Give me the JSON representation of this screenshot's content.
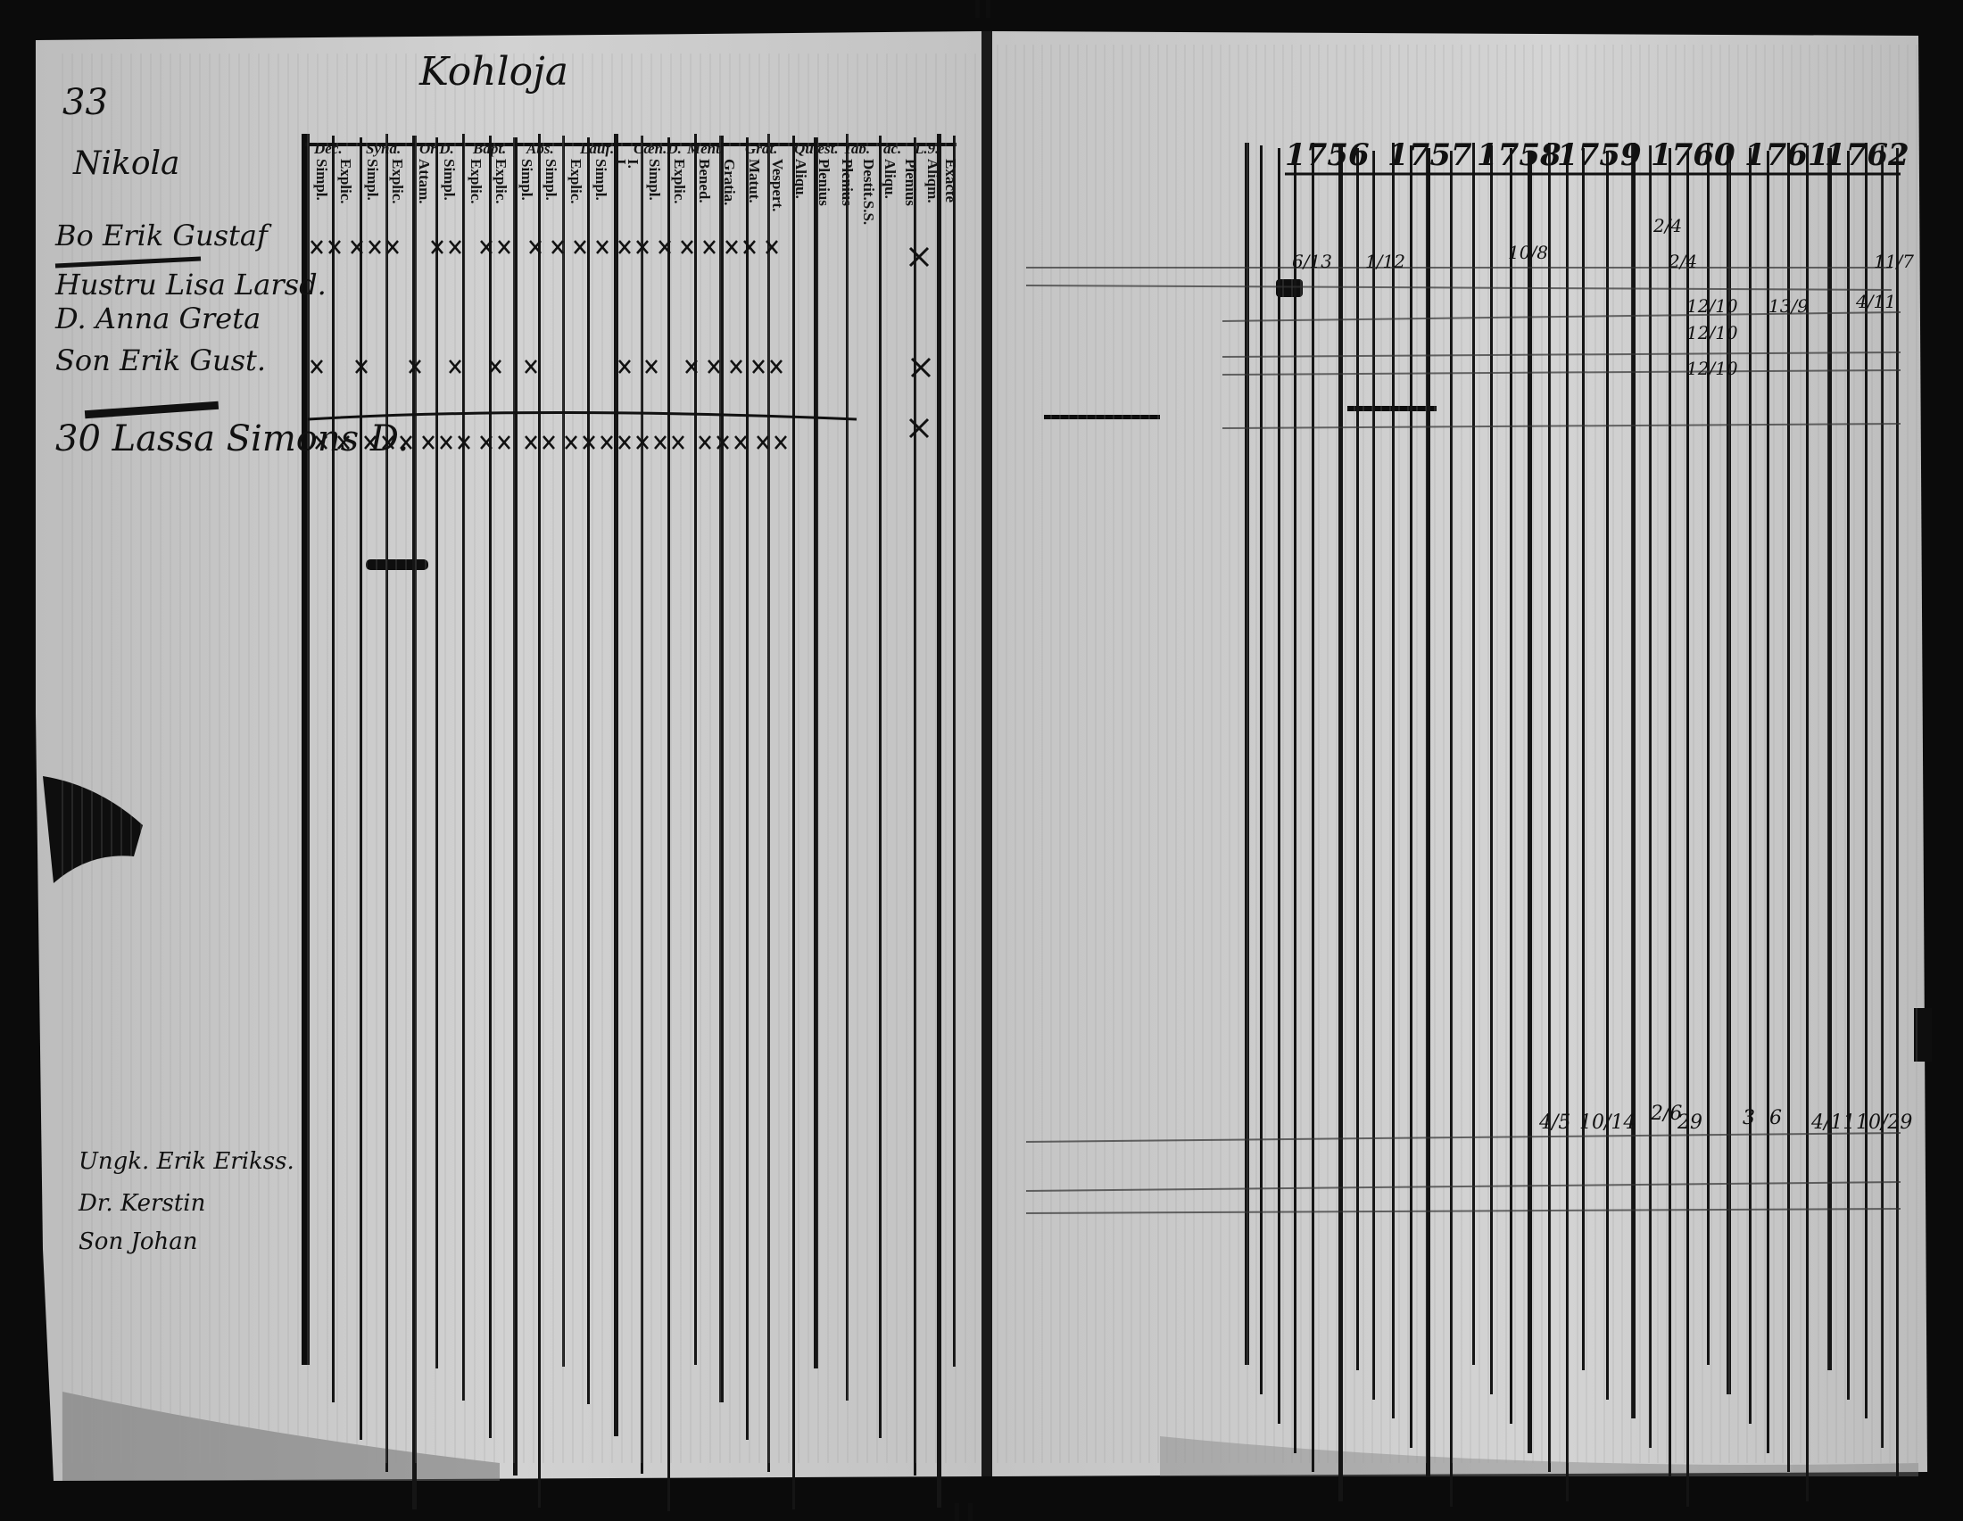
{
  "page_number": "33",
  "village_name": "Kohloja",
  "left_page": {
    "household_label": "Nikola",
    "column_headers": [
      "Dec.",
      "Synd.",
      "Or.D.",
      "Bapt.",
      "Abs.",
      "Lauf.",
      "Cæn.D.",
      "Ment.",
      "Grat.",
      "Quæst.",
      "Tab.",
      "ac.",
      "L.9."
    ],
    "subcolumn_headers": [
      "Simpl.",
      "Explic.",
      "Simpl.",
      "Explic.",
      "Attam.",
      "Simpl.",
      "Explic.",
      "Explic.",
      "Simpl.",
      "Simpl.",
      "Explic.",
      "Simpl.",
      "I.",
      "I.",
      "Simpl.",
      "Explic.",
      "Bened.",
      "Gratia.",
      "Matut.",
      "Vespert.",
      "Aliqu.",
      "Plenius",
      "Plenius",
      "Destit.S.S.",
      "Aliqu.",
      "Plenius",
      "Aliqm.",
      "Exacte"
    ],
    "persons": [
      {
        "entry": "Bo Erik Gustaf"
      },
      {
        "entry": "Hustru Lisa Larsd."
      },
      {
        "entry": "D. Anna Greta"
      },
      {
        "entry": "Son Erik Gust."
      },
      {
        "entry": "30 Lassa Simons D."
      }
    ],
    "lower_entries": [
      {
        "entry": "Ungk. Erik Erikss."
      },
      {
        "entry": "Dr. Kerstin"
      },
      {
        "entry": "Son Johan"
      }
    ]
  },
  "right_page": {
    "year_headers": [
      "1756",
      "1757",
      "1758",
      "1759",
      "1760",
      "1761",
      "1762"
    ],
    "upper_dates": [
      "6/13",
      "1/12",
      "10/8",
      "2/4",
      "2/4",
      "12/10",
      "12/10",
      "12/10",
      "13/9",
      "4/11",
      "11/7"
    ],
    "lower_dates": [
      "4/5",
      "10/14",
      "2/6",
      "29",
      "3",
      "6",
      "4/11",
      "10/29"
    ]
  },
  "colors": {
    "paper": "#cfcfcf",
    "ink": "#111111",
    "border": "#0b0b0b"
  }
}
